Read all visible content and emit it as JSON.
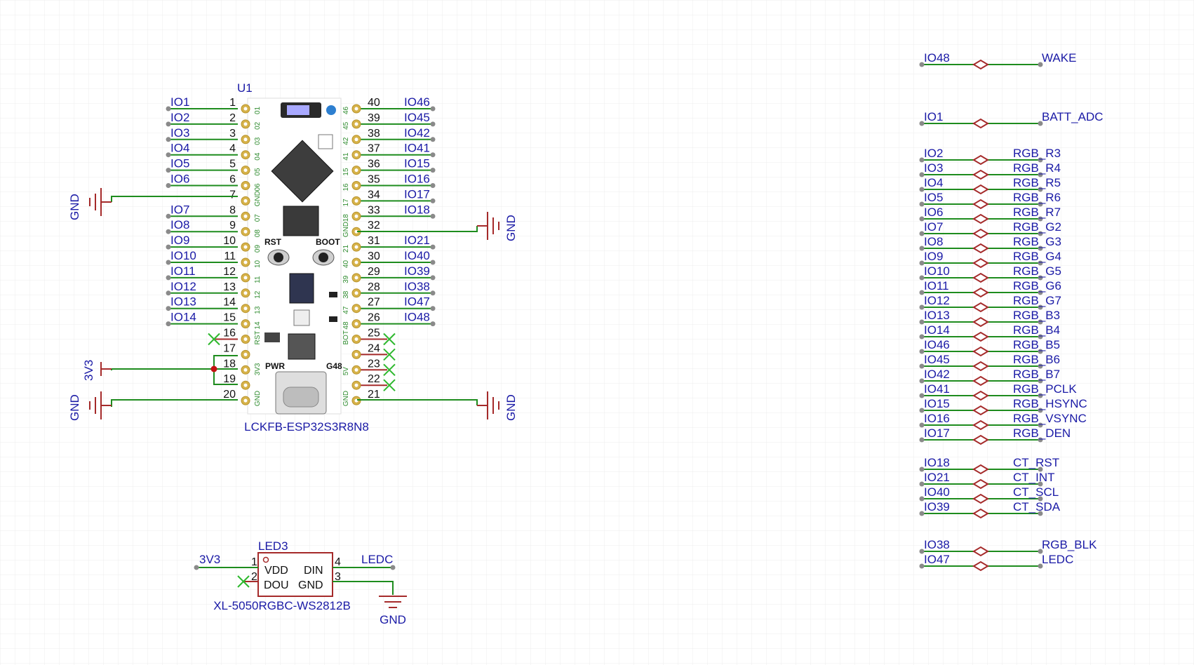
{
  "u1": {
    "ref": "U1",
    "part": "LCKFB-ESP32S3R8N8",
    "left_pins": [
      {
        "num": "1",
        "net": "IO1"
      },
      {
        "num": "2",
        "net": "IO2"
      },
      {
        "num": "3",
        "net": "IO3"
      },
      {
        "num": "4",
        "net": "IO4"
      },
      {
        "num": "5",
        "net": "IO5"
      },
      {
        "num": "6",
        "net": "IO6"
      },
      {
        "num": "7",
        "net": ""
      },
      {
        "num": "8",
        "net": "IO7"
      },
      {
        "num": "9",
        "net": "IO8"
      },
      {
        "num": "10",
        "net": "IO9"
      },
      {
        "num": "11",
        "net": "IO10"
      },
      {
        "num": "12",
        "net": "IO11"
      },
      {
        "num": "13",
        "net": "IO12"
      },
      {
        "num": "14",
        "net": "IO13"
      },
      {
        "num": "15",
        "net": "IO14"
      },
      {
        "num": "16",
        "net": ""
      },
      {
        "num": "17",
        "net": ""
      },
      {
        "num": "18",
        "net": ""
      },
      {
        "num": "19",
        "net": ""
      },
      {
        "num": "20",
        "net": ""
      }
    ],
    "right_pins": [
      {
        "num": "40",
        "net": "IO46"
      },
      {
        "num": "39",
        "net": "IO45"
      },
      {
        "num": "38",
        "net": "IO42"
      },
      {
        "num": "37",
        "net": "IO41"
      },
      {
        "num": "36",
        "net": "IO15"
      },
      {
        "num": "35",
        "net": "IO16"
      },
      {
        "num": "34",
        "net": "IO17"
      },
      {
        "num": "33",
        "net": "IO18"
      },
      {
        "num": "32",
        "net": ""
      },
      {
        "num": "31",
        "net": "IO21"
      },
      {
        "num": "30",
        "net": "IO40"
      },
      {
        "num": "29",
        "net": "IO39"
      },
      {
        "num": "28",
        "net": "IO38"
      },
      {
        "num": "27",
        "net": "IO47"
      },
      {
        "num": "26",
        "net": "IO48"
      },
      {
        "num": "25",
        "net": ""
      },
      {
        "num": "24",
        "net": ""
      },
      {
        "num": "23",
        "net": ""
      },
      {
        "num": "22",
        "net": ""
      },
      {
        "num": "21",
        "net": ""
      }
    ],
    "board_text": {
      "rst": "RST",
      "boot": "BOOT",
      "pwr": "PWR",
      "g48": "G48",
      "left_silk": [
        "01",
        "02",
        "03",
        "04",
        "05",
        "06",
        "GND",
        "07",
        "08",
        "09",
        "10",
        "11",
        "12",
        "13",
        "14",
        "RST",
        "",
        "3V3",
        "",
        "GND"
      ],
      "right_silk": [
        "46",
        "45",
        "42",
        "41",
        "15",
        "16",
        "17",
        "18",
        "GND",
        "21",
        "40",
        "39",
        "38",
        "47",
        "48",
        "BOT",
        "",
        "5V",
        "",
        "GND"
      ]
    }
  },
  "power": {
    "gnd": "GND",
    "v33": "3V3"
  },
  "led3": {
    "ref": "LED3",
    "part": "XL-5050RGBC-WS2812B",
    "pin_labels": {
      "vdd": "VDD",
      "din": "DIN",
      "dou": "DOU",
      "gnd": "GND"
    },
    "pin_nums": {
      "p1": "1",
      "p2": "2",
      "p3": "3",
      "p4": "4"
    },
    "net_left": "3V3",
    "net_right": "LEDC",
    "net_gnd": "GND"
  },
  "net_ties": [
    {
      "from": "IO48",
      "to": "WAKE"
    },
    {
      "from": "IO1",
      "to": "BATT_ADC"
    },
    {
      "from": "IO2",
      "to": "RGB_R3"
    },
    {
      "from": "IO3",
      "to": "RGB_R4"
    },
    {
      "from": "IO4",
      "to": "RGB_R5"
    },
    {
      "from": "IO5",
      "to": "RGB_R6"
    },
    {
      "from": "IO6",
      "to": "RGB_R7"
    },
    {
      "from": "IO7",
      "to": "RGB_G2"
    },
    {
      "from": "IO8",
      "to": "RGB_G3"
    },
    {
      "from": "IO9",
      "to": "RGB_G4"
    },
    {
      "from": "IO10",
      "to": "RGB_G5"
    },
    {
      "from": "IO11",
      "to": "RGB_G6"
    },
    {
      "from": "IO12",
      "to": "RGB_G7"
    },
    {
      "from": "IO13",
      "to": "RGB_B3"
    },
    {
      "from": "IO14",
      "to": "RGB_B4"
    },
    {
      "from": "IO46",
      "to": "RGB_B5"
    },
    {
      "from": "IO45",
      "to": "RGB_B6"
    },
    {
      "from": "IO42",
      "to": "RGB_B7"
    },
    {
      "from": "IO41",
      "to": "RGB_PCLK"
    },
    {
      "from": "IO15",
      "to": "RGB_HSYNC"
    },
    {
      "from": "IO16",
      "to": "RGB_VSYNC"
    },
    {
      "from": "IO17",
      "to": "RGB_DEN"
    },
    {
      "from": "IO18",
      "to": "CT_RST"
    },
    {
      "from": "IO21",
      "to": "CT_INT"
    },
    {
      "from": "IO40",
      "to": "CT_SCL"
    },
    {
      "from": "IO39",
      "to": "CT_SDA"
    },
    {
      "from": "IO38",
      "to": "RGB_BLK"
    },
    {
      "from": "IO47",
      "to": "LEDC"
    }
  ],
  "colors": {
    "wire": "#1e8c1e",
    "label": "#1a1aa6",
    "symbol": "#a52a2a",
    "pad": "#d6b24a",
    "grid": "#ececec"
  }
}
